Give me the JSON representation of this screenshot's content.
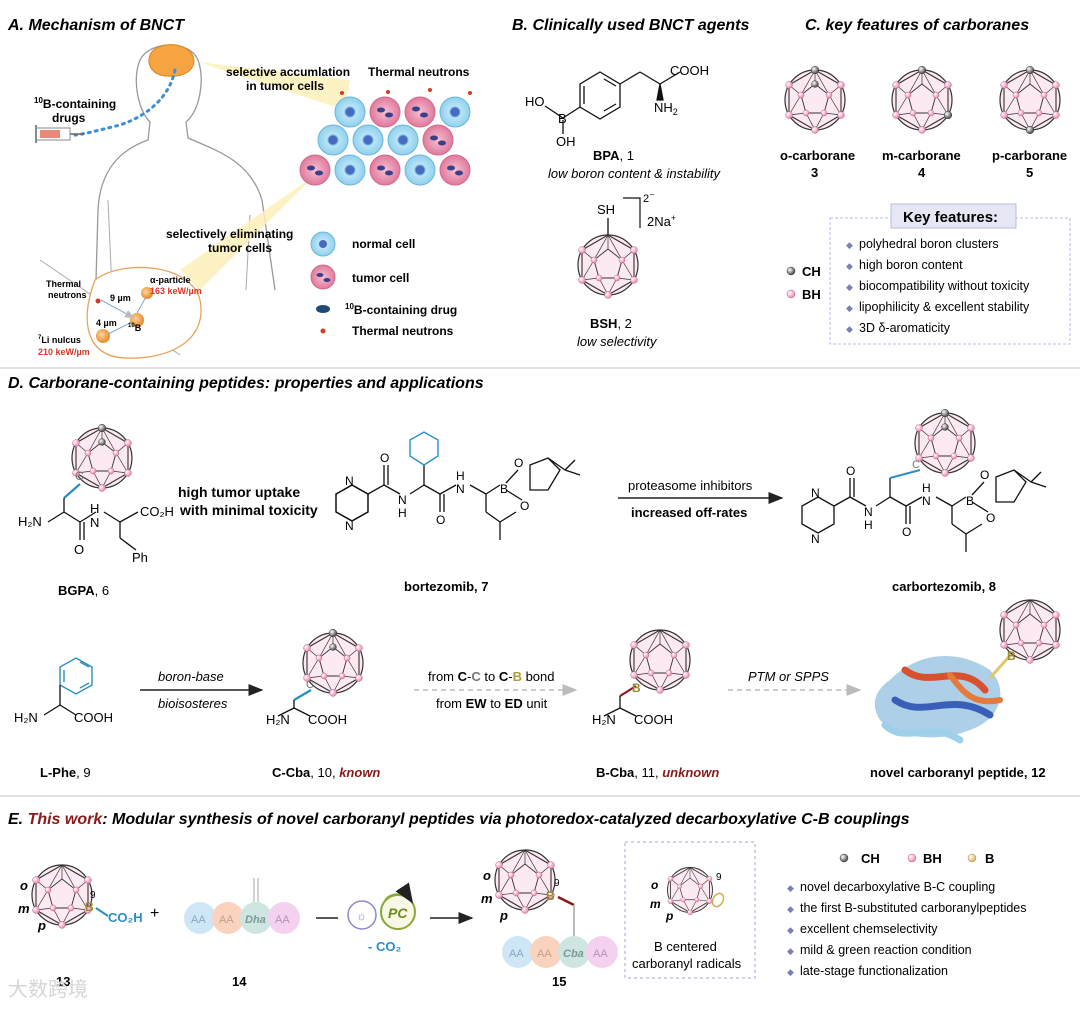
{
  "colors": {
    "accent_red": "#8b1a1a",
    "boron_pink": "#f2a6c8",
    "carbon_grey": "#777777",
    "normal_cell": "#9fd8f2",
    "tumor_cell": "#e98aaa",
    "linker_blue": "#2a8fc0",
    "linker_red": "#8b1a1a",
    "boron_yellow": "#c9b24a"
  },
  "panelA": {
    "title": "A. Mechanism of BNCT",
    "drug_label_sup": "10",
    "drug_label": "B-containing",
    "drug_label2": "drugs",
    "accum1": "selective accumlation",
    "accum2": "in tumor cells",
    "thermal": "Thermal neutrons",
    "elim1": "selectively eliminating",
    "elim2": "tumor cells",
    "legend_normal": "normal cell",
    "legend_tumor": "tumor cell",
    "legend_drug_sup": "10",
    "legend_drug": "B-containing drug",
    "legend_neutron": "Thermal neutrons",
    "inset_thermal1": "Thermal",
    "inset_thermal2": "neutrons",
    "inset_9um": "9 µm",
    "inset_4um": "4 µm",
    "inset_alpha": "α-particle",
    "inset_alpha_e": "163 keW/µm",
    "inset_10b_sup": "10",
    "inset_10b": "B",
    "inset_li_sup": "7",
    "inset_li": "Li  nulcus",
    "inset_li_e": "210 keW/µm"
  },
  "panelB": {
    "title": "B. Clinically used BNCT agents",
    "bpa_name": "BPA",
    "bpa_num": ", 1",
    "bpa_note": "low boron content & instability",
    "bpa_cooh": "COOH",
    "bpa_nh2": "NH",
    "bpa_ho": "HO",
    "bpa_oh": "OH",
    "bpa_b": "B",
    "bsh_name": "BSH",
    "bsh_num": ", 2",
    "bsh_note": "low selectivity",
    "bsh_sh": "SH",
    "bsh_charge": "2",
    "bsh_na": "2Na"
  },
  "panelC": {
    "title": "C. key features of carboranes",
    "o_name": "o-carborane",
    "m_name": "m-carborane",
    "p_name": "p-carborane",
    "o_num": "3",
    "m_num": "4",
    "p_num": "5",
    "ch_label": "CH",
    "bh_label": "BH",
    "kf_title": "Key features:",
    "features": [
      "polyhedral boron clusters",
      "high boron content",
      "biocompatibility without toxicity",
      "lipophilicity & excellent stability",
      "3D δ-aromaticity"
    ]
  },
  "panelD": {
    "title": "D. Carborane-containing peptides: properties and applications",
    "bgpa_name": "BGPA",
    "bgpa_num": ", 6",
    "high_uptake1": "high tumor uptake",
    "high_uptake2": "with minimal toxicity",
    "bort_name": "bortezomib, 7",
    "proteasome": "proteasome inhibitors",
    "offrates": "increased off-rates",
    "carb_name": "carbortezomib, 8",
    "lphe_name": "L-Phe",
    "lphe_num": ", 9",
    "boron_base1": "boron-base",
    "boron_base2": "bioisosteres",
    "ccba_name": "C-Cba",
    "ccba_num": ", 10, ",
    "known": "known",
    "cc_to_cb": "from C-C to C-B bond",
    "ew_to_ed": "from EW to ED unit",
    "bcba_name": "B-Cba",
    "bcba_num": ", 11, ",
    "unknown": "unknown",
    "ptm": "PTM or SPPS",
    "novel_pep": "novel carboranyl peptide, 12",
    "nh2": "H₂N",
    "cooh": "COOH",
    "co2h": "CO₂H",
    "ph": "Ph",
    "c_atom": "C",
    "b_atom": "B",
    "h": "H",
    "n": "N",
    "o": "O"
  },
  "panelE": {
    "title_lead": "E. ",
    "title_red": "This work",
    "title_rest": ": Modular synthesis of novel carboranyl peptides via photoredox-catalyzed decarboxylative C-B couplings",
    "co2h": "CO₂H",
    "num_13": "13",
    "num_14": "14",
    "num_15": "15",
    "plus": "+",
    "minus_co2": "- CO₂",
    "pc": "PC",
    "aa": "AA",
    "dha": "Dha",
    "cba": "Cba",
    "radical_label1": "B centered",
    "radical_label2": "carboranyl radicals",
    "ch_label": "CH",
    "bh_label": "BH",
    "b_label": "B",
    "o_lab": "o",
    "m_lab": "m",
    "p_lab": "p",
    "nine": "9",
    "features": [
      "novel decarboxylative B-C coupling",
      "the first B-substituted carboranylpeptides",
      "excellent chemselectivity",
      "mild & green reaction condition",
      "late-stage functionalization"
    ]
  },
  "watermark": "大数跨境"
}
